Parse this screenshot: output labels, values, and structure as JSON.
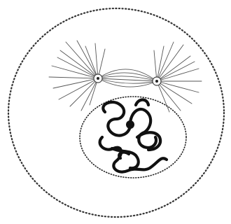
{
  "figure": {
    "structures": [
      "cell-membrane",
      "nuclear-envelope",
      "centrosome",
      "aster",
      "spindle-fibers",
      "chromatin",
      "nucleolus"
    ],
    "centrosome_count": 2,
    "style": "black-and-white line drawing, stippled (dotted) outlines"
  }
}
